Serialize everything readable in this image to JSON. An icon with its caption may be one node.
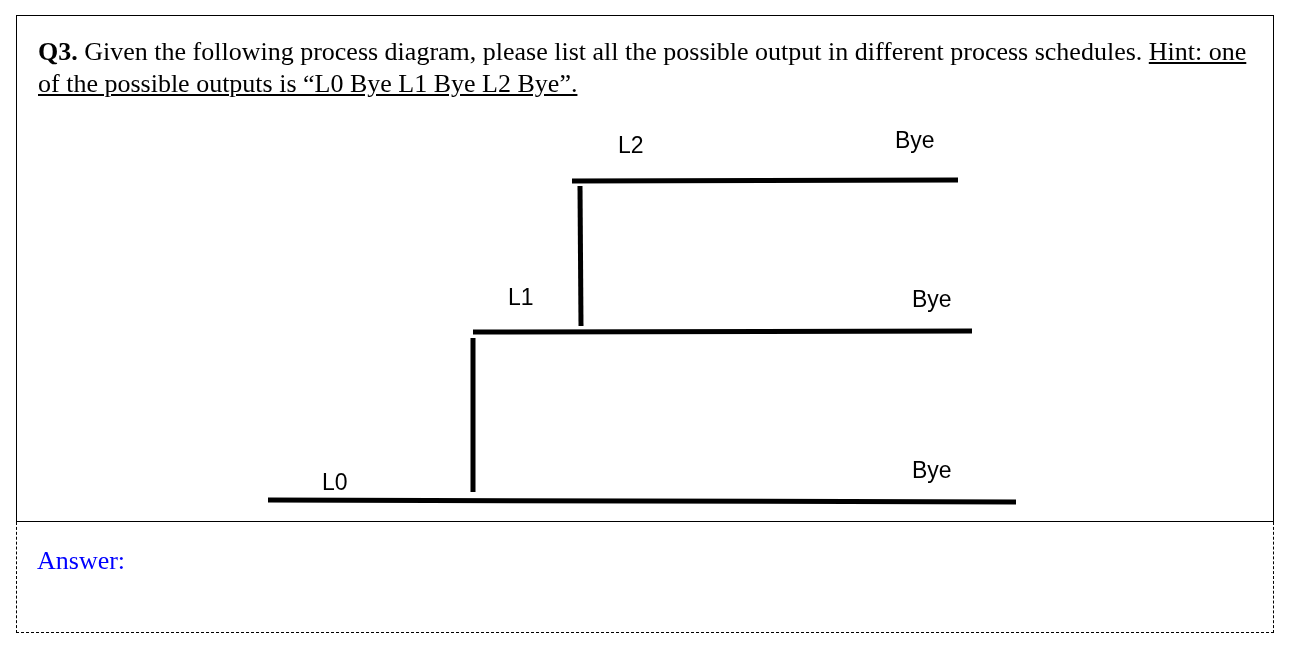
{
  "diagram": {
    "labels": [
      "**Q3.** Given the following process diagram, please list all the possible output in different process schedules.",
      "Hint: one of the possible outputs is “L0 Bye L1 Bye L2 Bye”.",
      "L2",
      "Bye",
      "L1",
      "Bye",
      "L0",
      "Bye",
      "Answer:"
    ]
  }
}
